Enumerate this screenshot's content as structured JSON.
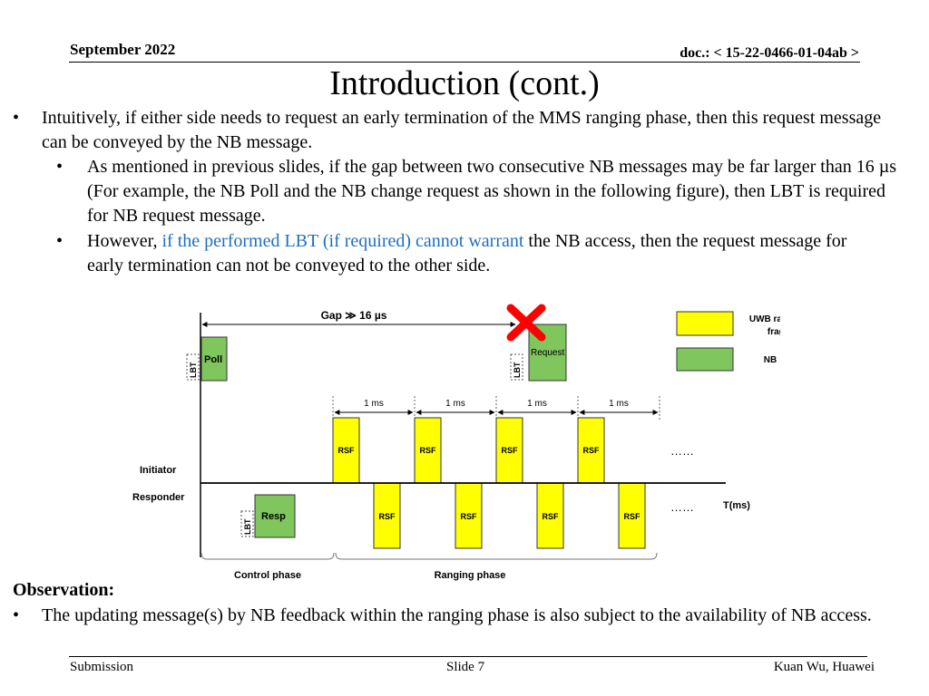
{
  "header": {
    "date": "September 2022",
    "doc": "doc.: < 15-22-0466-01-04ab >"
  },
  "title": "Introduction (cont.)",
  "bullets": {
    "b1": "Intuitively, if either side needs to request an early termination of the MMS ranging phase, then this request message can be conveyed by the NB message.",
    "b2": "As mentioned in previous slides, if the gap between two consecutive NB messages may be far larger than 16 µs (For example, the NB Poll and the NB change request as shown in the following figure), then LBT is required for NB request message.",
    "b3_pre": "However, ",
    "b3_blue": "if the performed LBT (if required) cannot warrant",
    "b3_post": " the NB access, then the request message for early termination can not be conveyed to the other side."
  },
  "observation": {
    "heading": "Observation:",
    "text": "The updating message(s) by NB feedback within the ranging phase is also subject to the availability of NB access."
  },
  "diagram": {
    "gap_label": "Gap ≫ 16 µs",
    "poll_label": "Poll",
    "request_label": "Request",
    "resp_label": "Resp",
    "lbt_label": "LBT",
    "rsf_label": "RSF",
    "ms_label": "1 ms",
    "initiator_label": "Initiator",
    "responder_label": "Responder",
    "time_label": "T(ms)",
    "ellipsis": "……",
    "control_phase": "Control phase",
    "ranging_phase": "Ranging phase",
    "legend_uwb_line1": "UWB ranging sequence",
    "legend_uwb_line2": "fragment (RSF)",
    "legend_nb": "NB",
    "colors": {
      "rsf": "#ffff00",
      "nb": "#7fc65c",
      "cross": "#ff0000"
    }
  },
  "footer": {
    "submission": "Submission",
    "slide": "Slide 7",
    "author": "Kuan Wu, Huawei"
  }
}
